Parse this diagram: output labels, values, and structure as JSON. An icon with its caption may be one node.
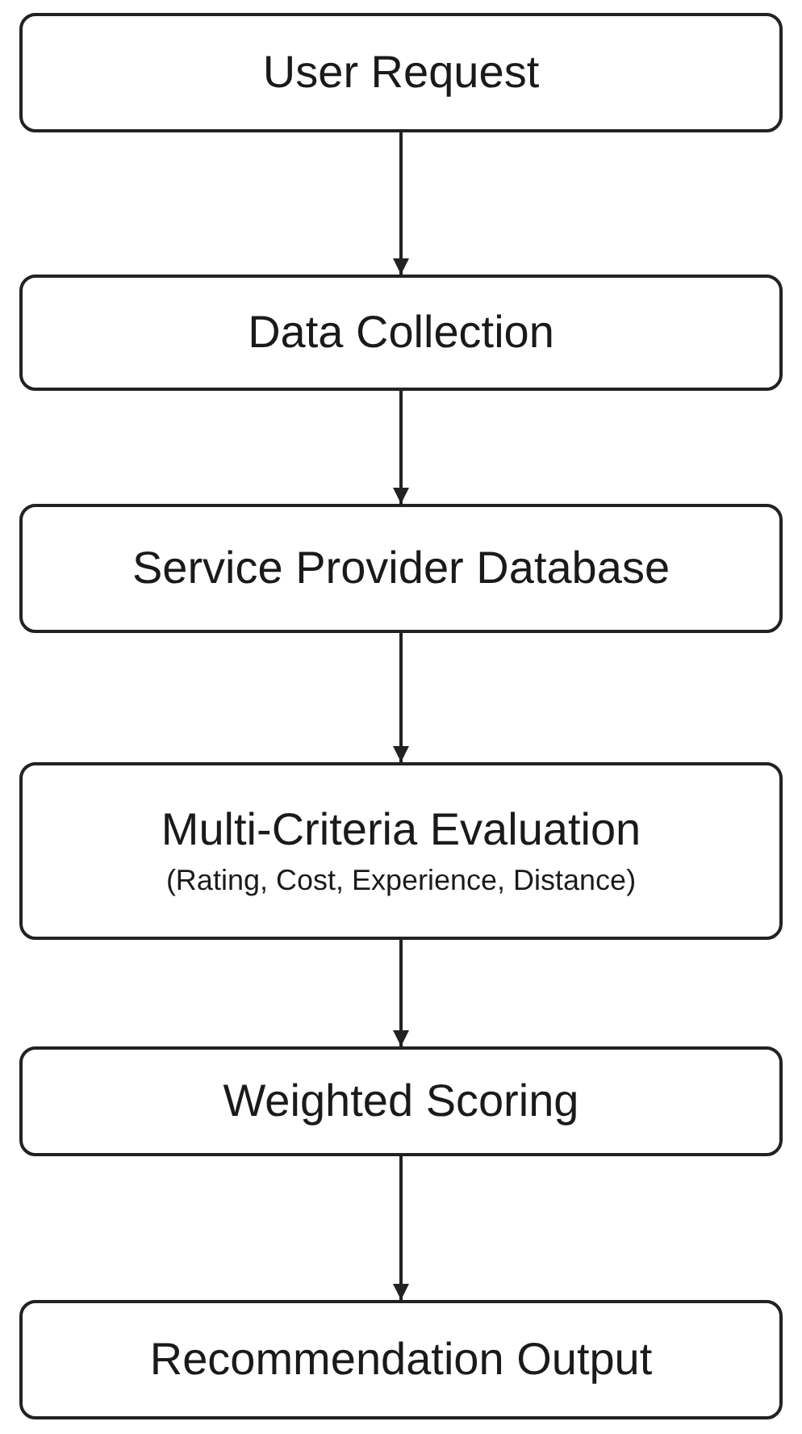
{
  "diagram": {
    "nodes": [
      {
        "text": [
          "User Request"
        ]
      },
      {
        "text": [
          "Data Collection"
        ]
      },
      {
        "text": [
          "Service Provider Database"
        ]
      },
      {
        "text": [
          "Multi-Criteria Evaluation",
          "(Rating, Cost, Experience, Distance)"
        ]
      },
      {
        "text": [
          "Weighted Scoring"
        ]
      },
      {
        "text": [
          "Recommendation Output"
        ]
      }
    ],
    "edges": [
      {
        "from": 0,
        "to": 1,
        "arrow": "to"
      },
      {
        "from": 1,
        "to": 2,
        "arrow": "to"
      },
      {
        "from": 2,
        "to": 3,
        "arrow": "to"
      },
      {
        "from": 3,
        "to": 4,
        "arrow": "to"
      },
      {
        "from": 4,
        "to": 5,
        "arrow": "to"
      }
    ]
  }
}
